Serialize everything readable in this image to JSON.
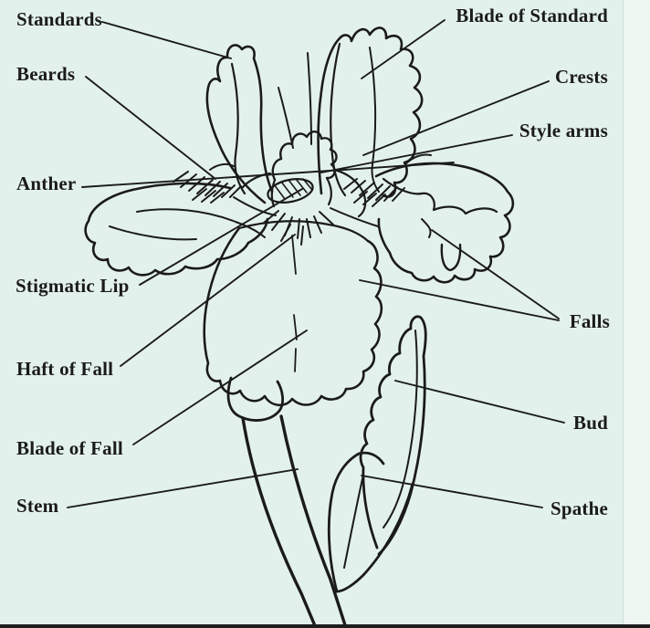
{
  "diagram": {
    "type": "labeled-botanical-diagram",
    "subject": "iris-flower-anatomy",
    "colors": {
      "background": "#e3f1ec",
      "ink": "#1b1b1b",
      "page_edge_background": "#eef6f2",
      "page_edge_line": "#ccdfd8",
      "bottom_strip": "#1d1d1d"
    },
    "labels": {
      "standards": "Standards",
      "blade_of_standard": "Blade of Standard",
      "beards": "Beards",
      "crests": "Crests",
      "style_arms": "Style arms",
      "anther": "Anther",
      "stigmatic_lip": "Stigmatic Lip",
      "falls": "Falls",
      "haft_of_fall": "Haft of Fall",
      "bud": "Bud",
      "blade_of_fall": "Blade of Fall",
      "stem": "Stem",
      "spathe": "Spathe"
    }
  }
}
